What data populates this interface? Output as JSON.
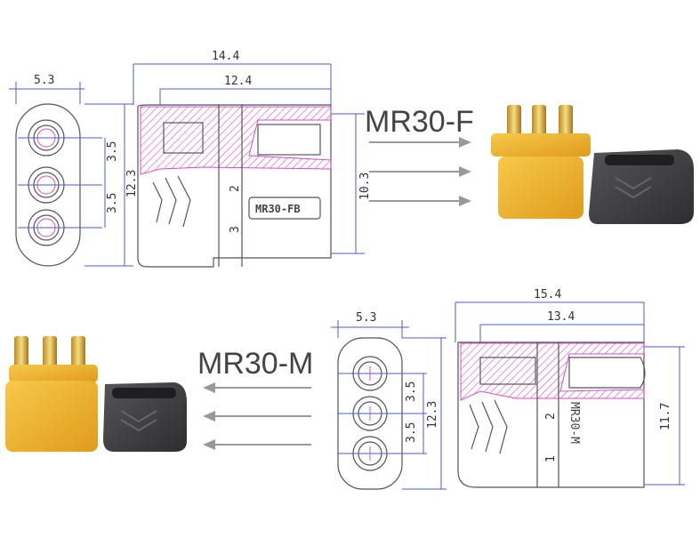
{
  "top": {
    "title": "MR30-F",
    "side_label": "MR30-FB",
    "end_view": {
      "width": "5.3",
      "pitch_a": "3.5",
      "pitch_b": "3.5",
      "height": "12.3"
    },
    "side_view": {
      "overall_length": "14.4",
      "body_length": "12.4",
      "height": "10.3",
      "pin_label_a": "2",
      "pin_label_b": "3"
    }
  },
  "bottom": {
    "title": "MR30-M",
    "side_label": "MR30-M",
    "end_view": {
      "width": "5.3",
      "pitch_a": "3.5",
      "pitch_b": "3.5",
      "height": "12.3"
    },
    "side_view": {
      "overall_length": "15.4",
      "body_length": "13.4",
      "height": "11.7",
      "pin_label_a": "2",
      "pin_label_b": "1"
    }
  },
  "colors": {
    "dimension_line": "#4a5bd6",
    "hatch": "#d44fc8",
    "connector_yellow": "#f2b530",
    "boot_gray": "#3f3f43"
  }
}
